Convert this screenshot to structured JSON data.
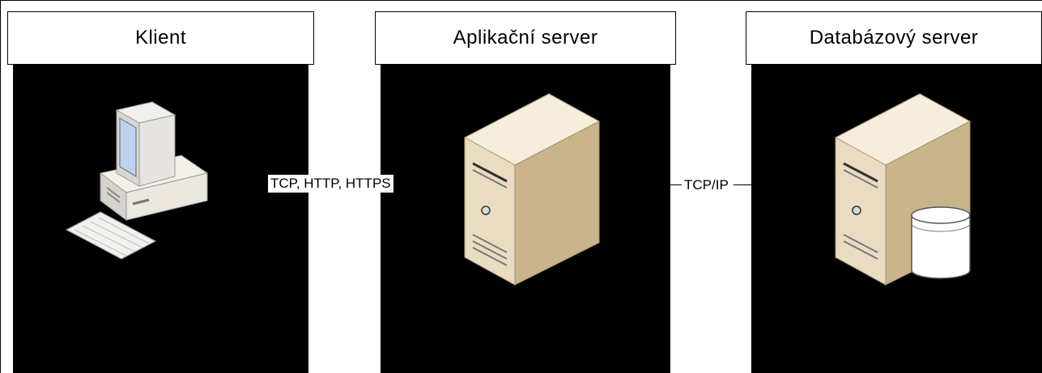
{
  "columns": [
    {
      "title": "Klient",
      "icon": "desktop-computer-icon"
    },
    {
      "title": "Aplikační server",
      "icon": "server-tower-icon"
    },
    {
      "title": "Databázový server",
      "icon": "database-server-icon"
    }
  ],
  "connections": [
    {
      "label": "TCP, HTTP, HTTPS"
    },
    {
      "label": "TCP/IP"
    }
  ],
  "colors": {
    "panel_bg": "#000000",
    "header_bg": "#ffffff",
    "device_beige": "#e9dcc0",
    "device_shadow": "#c8b48e"
  }
}
